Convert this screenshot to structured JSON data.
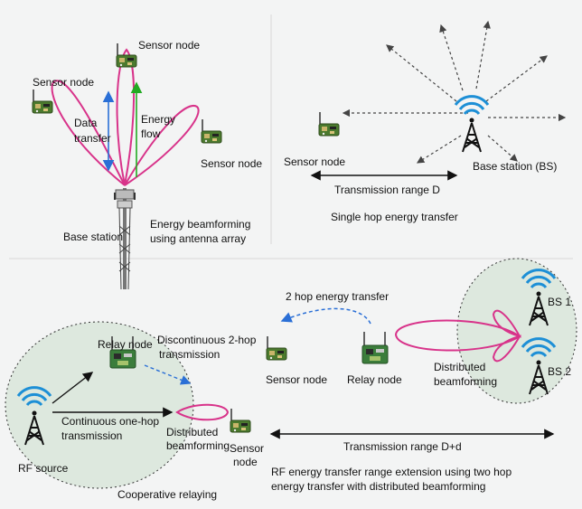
{
  "labels": {
    "sensor_node_top": "Sensor node",
    "sensor_node_left": "Sensor node",
    "sensor_node_right": "Sensor node",
    "data_transfer": [
      "Data",
      "transfer"
    ],
    "energy_flow": [
      "Energy",
      "flow"
    ],
    "base_station": "Base station",
    "energy_beamforming": [
      "Energy beamforming",
      "using antenna array"
    ],
    "sensor_node_single": "Sensor node",
    "base_station_bs": "Base station  (BS)",
    "transmission_range_d": "Transmission range D",
    "single_hop": "Single hop energy transfer",
    "two_hop": "2 hop energy transfer",
    "bs1": "BS 1",
    "bs2": "BS 2",
    "sensor_node_mid": "Sensor node",
    "relay_node_mid": "Relay node",
    "distributed_beamforming_right": [
      "Distributed",
      "beamforming"
    ],
    "relay_node_coop": "Relay node",
    "discontinuous": [
      "Discontinuous 2-hop",
      "transmission"
    ],
    "continuous": [
      "Continuous one-hop",
      "transmission"
    ],
    "distributed_beamforming_left": [
      "Distributed",
      "beamforming"
    ],
    "sensor_node_coop": [
      "Sensor",
      "node"
    ],
    "rf_source": "RF source",
    "cooperative_relaying": "Cooperative relaying",
    "transmission_range_dd": "Transmission range D+d",
    "caption": [
      "RF energy transfer range extension using two hop",
      "energy transfer with distributed beamforming"
    ]
  },
  "colors": {
    "signal_blue": "#1d8fd6",
    "lobe_pink": "#d8338a",
    "arrow_green": "#22aa22",
    "arrow_blue": "#2a6fd6",
    "dashed_blue": "#2a6fd6",
    "circle_fill": "#dde8de",
    "pcb_green": "#3a7a3a"
  },
  "icons": [
    "sensor-node-icon",
    "relay-node-icon",
    "base-station-tower-icon",
    "antenna-array-tower-icon",
    "wireless-signal-icon"
  ]
}
